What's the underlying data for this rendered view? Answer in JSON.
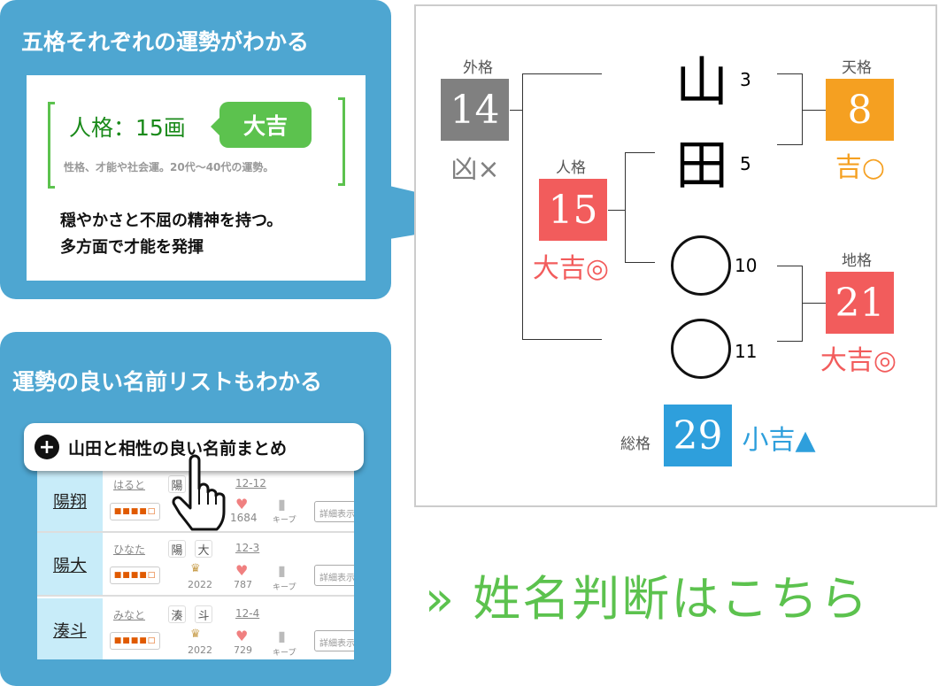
{
  "top_panel": {
    "title": "五格それぞれの運勢がわかる",
    "card": {
      "heading": "人格：15画",
      "badge": "大吉",
      "subtitle": "性格、才能や社会運。20代〜40代の運勢。",
      "desc_line1": "穏やかさと不屈の精神を持つ。",
      "desc_line2": "多方面で才能を発揮"
    }
  },
  "bottom_panel": {
    "title": "運勢の良い名前リストもわかる",
    "button_label": "山田と相性の良い名前まとめ",
    "rows": [
      {
        "name": "陽翔",
        "reading": "はると",
        "k1": "陽",
        "k2": "",
        "strokes": "12-12",
        "rating": "■■■■□",
        "crown": "",
        "likes": "1684",
        "keep": "キープ",
        "detail": "詳細表示"
      },
      {
        "name": "陽大",
        "reading": "ひなた",
        "k1": "陽",
        "k2": "大",
        "strokes": "12-3",
        "rating": "■■■■□",
        "crown": "2022",
        "likes": "787",
        "keep": "キープ",
        "detail": "詳細表示"
      },
      {
        "name": "湊斗",
        "reading": "みなと",
        "k1": "湊",
        "k2": "斗",
        "strokes": "12-4",
        "rating": "■■■■□",
        "crown": "2022",
        "likes": "729",
        "keep": "キープ",
        "detail": "詳細表示"
      }
    ]
  },
  "diagram": {
    "surname": [
      {
        "char": "山",
        "strokes": "3"
      },
      {
        "char": "田",
        "strokes": "5"
      }
    ],
    "given": [
      {
        "strokes": "10"
      },
      {
        "strokes": "11"
      }
    ],
    "gaikaku": {
      "label": "外格",
      "value": "14",
      "fortune": "凶×",
      "color": "#808080"
    },
    "jinkaku": {
      "label": "人格",
      "value": "15",
      "fortune": "大吉◎",
      "color": "#f25c5c"
    },
    "tenkaku": {
      "label": "天格",
      "value": "8",
      "fortune": "吉○",
      "color": "#f5a021"
    },
    "chikaku": {
      "label": "地格",
      "value": "21",
      "fortune": "大吉◎",
      "color": "#f25c5c"
    },
    "soukaku": {
      "label": "総格",
      "value": "29",
      "fortune": "小吉▲",
      "color": "#2e9fdc"
    }
  },
  "cta": {
    "label": "» 姓名判断はこちら",
    "color": "#5cc24e"
  }
}
